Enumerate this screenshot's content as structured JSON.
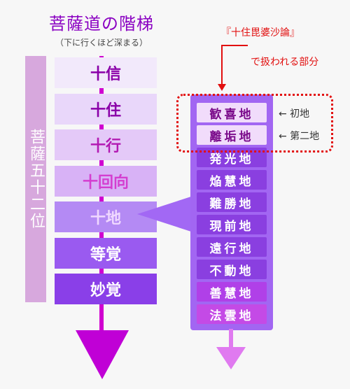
{
  "title": "菩薩道の階梯",
  "subtitle": "（下に行くほど深まる）",
  "side_label": "菩薩五十二位",
  "stages": [
    {
      "label": "十信",
      "bg": "#f2e9fb",
      "fg": "#8a00a8"
    },
    {
      "label": "十住",
      "bg": "#e9d7fa",
      "fg": "#8a00a8"
    },
    {
      "label": "十行",
      "bg": "#e4c9f8",
      "fg": "#b31ab3"
    },
    {
      "label": "十回向",
      "bg": "#d8b2f6",
      "fg": "#d43ed0"
    },
    {
      "label": "十地",
      "bg": "#b48af4",
      "fg": "#f0d8ff"
    },
    {
      "label": "等覚",
      "bg": "#9a5af0",
      "fg": "#ffffff"
    },
    {
      "label": "妙覚",
      "bg": "#8a3fe8",
      "fg": "#ffffff"
    }
  ],
  "grounds": [
    {
      "label": "歓喜地",
      "bg": "#f1dcfb",
      "fg": "#7a0a8a"
    },
    {
      "label": "離垢地",
      "bg": "#f1dcfb",
      "fg": "#7a0a8a"
    },
    {
      "label": "発光地",
      "bg": "#8a3fe0",
      "fg": "#ffffff"
    },
    {
      "label": "焔慧地",
      "bg": "#8a3fe0",
      "fg": "#ffffff"
    },
    {
      "label": "難勝地",
      "bg": "#8a3fe0",
      "fg": "#ffffff"
    },
    {
      "label": "現前地",
      "bg": "#8a3fe0",
      "fg": "#ffffff"
    },
    {
      "label": "遠行地",
      "bg": "#8a3fe0",
      "fg": "#ffffff"
    },
    {
      "label": "不動地",
      "bg": "#8a3fe0",
      "fg": "#ffffff"
    },
    {
      "label": "善慧地",
      "bg": "#b040e8",
      "fg": "#ffffff"
    },
    {
      "label": "法雲地",
      "bg": "#c44ae6",
      "fg": "#ffffff"
    }
  ],
  "note_line1": "『十住毘婆沙論』",
  "note_line2": "で扱われる部分",
  "first_ground_label": "← 初地",
  "second_ground_label": "← 第二地",
  "colors": {
    "accent": "#c000d6",
    "red": "#e21010"
  }
}
